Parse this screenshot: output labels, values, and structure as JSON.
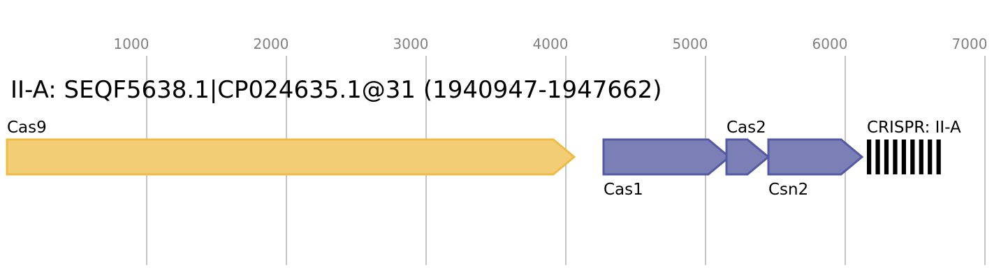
{
  "title": "II-A: SEQF5638.1|CP024635.1@31 (1940947-1947662)",
  "axis": {
    "ticks": [
      {
        "value": 1000,
        "label": "1000"
      },
      {
        "value": 2000,
        "label": "2000"
      },
      {
        "value": 3000,
        "label": "3000"
      },
      {
        "value": 4000,
        "label": "4000"
      },
      {
        "value": 5000,
        "label": "5000"
      },
      {
        "value": 6000,
        "label": "6000"
      },
      {
        "value": 7000,
        "label": "7000"
      }
    ]
  },
  "colors": {
    "cas9_fill": "#f2cd75",
    "cas9_stroke": "#efbb44",
    "cas_fill": "#7b7fb6",
    "cas_stroke": "#5359a3",
    "crispr": "#000000"
  },
  "genes": [
    {
      "name": "Cas9",
      "start": 0,
      "end": 4060,
      "strand": "+",
      "label_position": "above",
      "color_key": "cas9"
    },
    {
      "name": "Cas1",
      "start": 4270,
      "end": 5170,
      "strand": "+",
      "label_position": "below",
      "color_key": "cas"
    },
    {
      "name": "Cas2",
      "start": 5150,
      "end": 5450,
      "strand": "+",
      "label_position": "above",
      "color_key": "cas"
    },
    {
      "name": "Csn2",
      "start": 5450,
      "end": 6120,
      "strand": "+",
      "label_position": "below",
      "color_key": "cas"
    }
  ],
  "crispr": {
    "label": "CRISPR: II-A",
    "start": 6155,
    "end": 6715,
    "repeats": 9
  }
}
